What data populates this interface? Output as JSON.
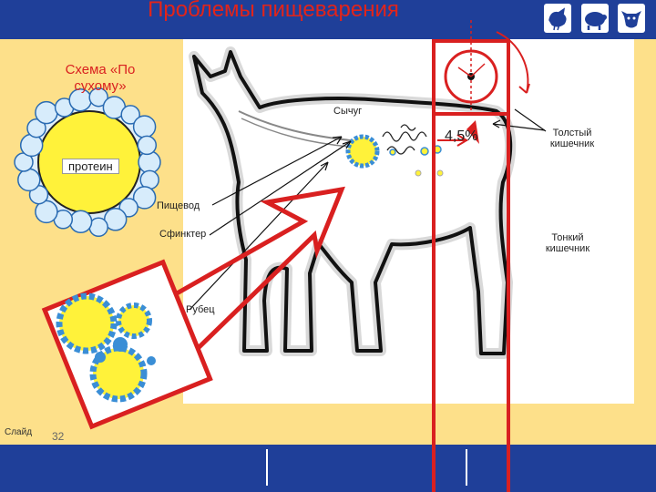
{
  "title": "Проблемы пищеварения",
  "scheme_title": "Схема «По сухому»",
  "labels": {
    "abomasum": "Сычуг",
    "large_intestine": "Толстый кишечник",
    "protein": "протеин",
    "esophagus": "Пищевод",
    "sphincter": "Сфинктер",
    "small_intestine": "Тонкий кишечник",
    "rumen": "Рубец",
    "ph_value": "4,5%"
  },
  "footer": {
    "slide_label": "Слайд",
    "slide_number": "32"
  },
  "icons": [
    "bird-icon",
    "pig-icon",
    "cow-icon"
  ],
  "colors": {
    "header": "#1f3f99",
    "background": "#fde08a",
    "accent": "#d92020",
    "particle": "#3a8ed6",
    "core": "#fff23a"
  }
}
